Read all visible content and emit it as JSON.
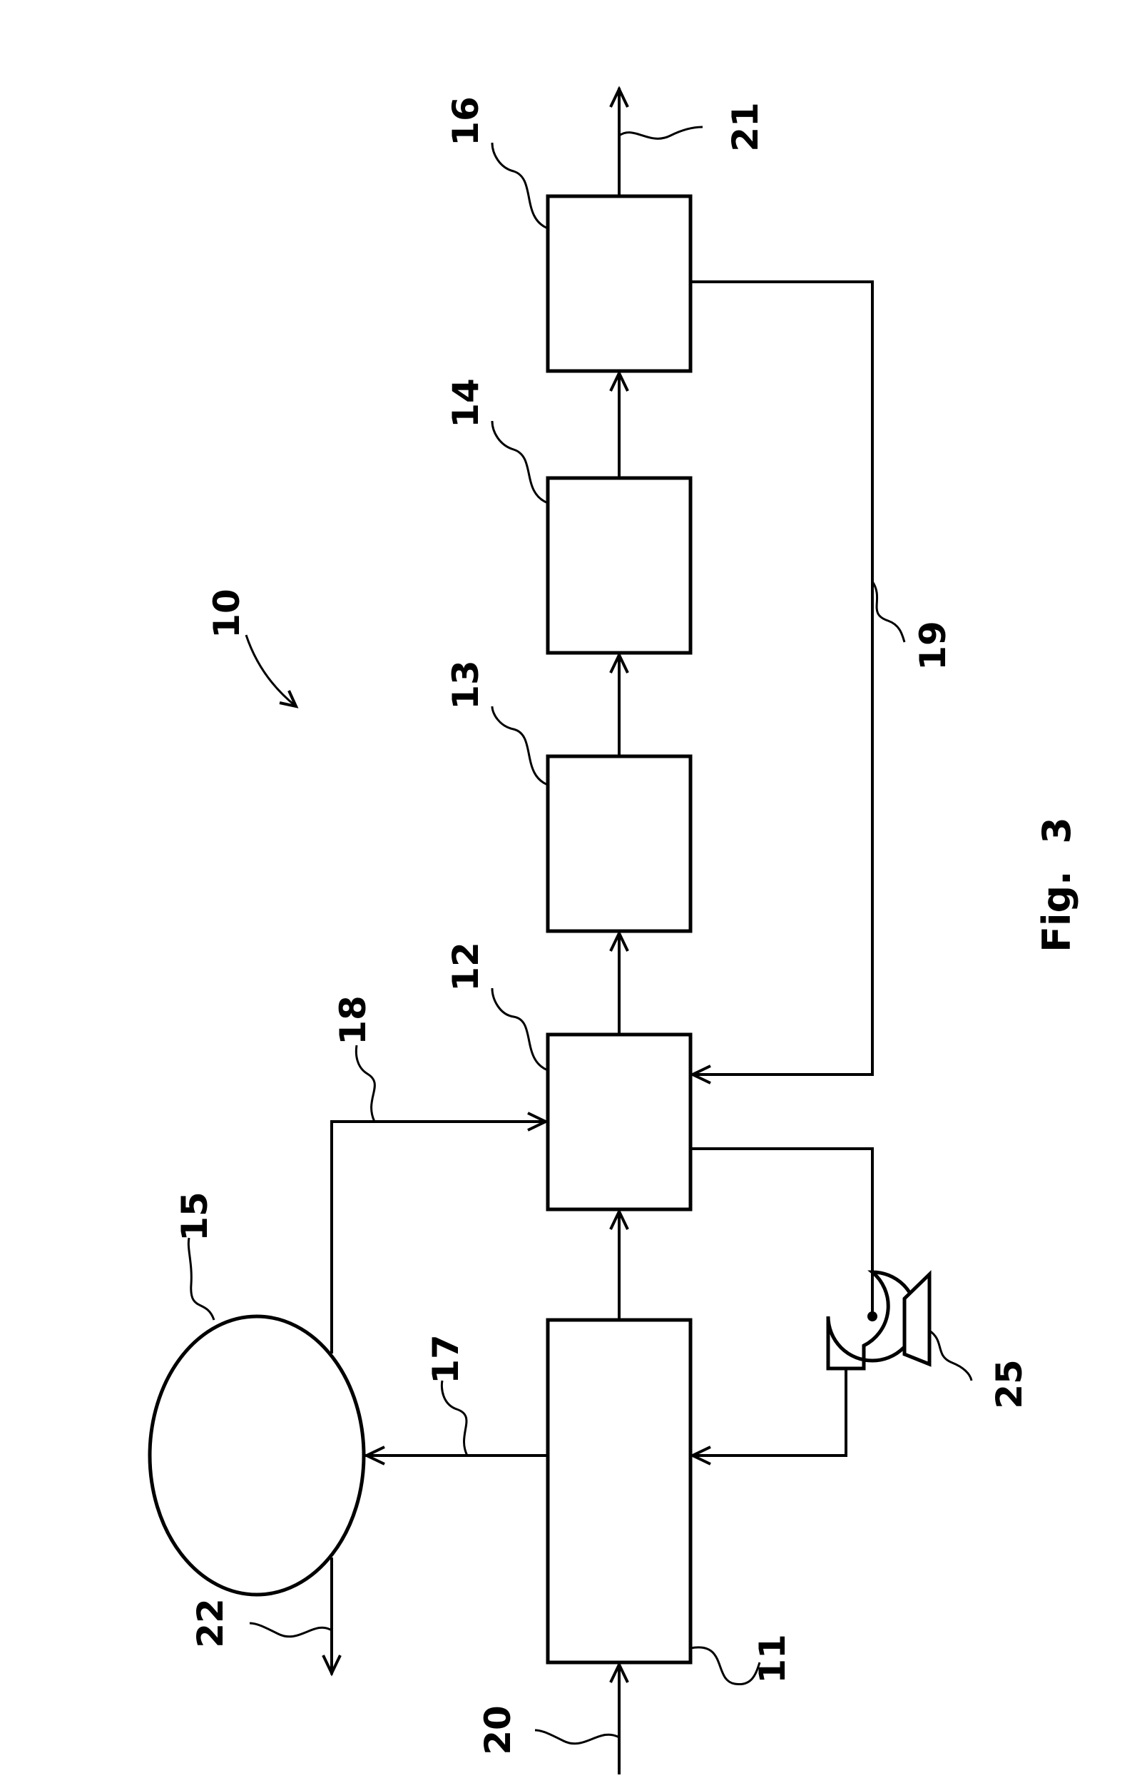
{
  "figure": {
    "caption": "Fig.  3",
    "labels": {
      "system": "10",
      "unit_11": "11",
      "unit_12": "12",
      "unit_13": "13",
      "unit_14": "14",
      "tank_15": "15",
      "unit_16": "16",
      "line_17": "17",
      "line_18": "18",
      "line_19": "19",
      "inlet_20": "20",
      "outlet_21": "21",
      "outlet_22": "22",
      "pump_25": "25"
    }
  }
}
